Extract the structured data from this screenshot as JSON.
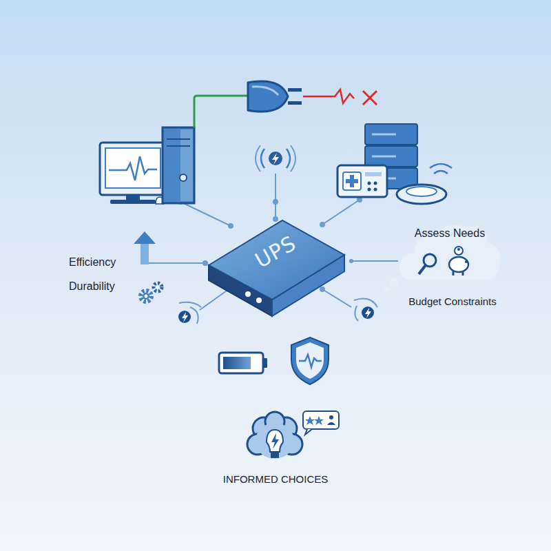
{
  "diagram": {
    "nodes": [
      {
        "text": [
          "UPS"
        ]
      },
      {
        "text": [
          "Assess Needs"
        ]
      }
    ],
    "edges": [
      {
        "from": 0,
        "to": 1,
        "arrow": "none"
      }
    ],
    "labels": [
      "Efficiency",
      "Durability",
      "Budget Constraints",
      "INFORMED CHOICES"
    ]
  }
}
